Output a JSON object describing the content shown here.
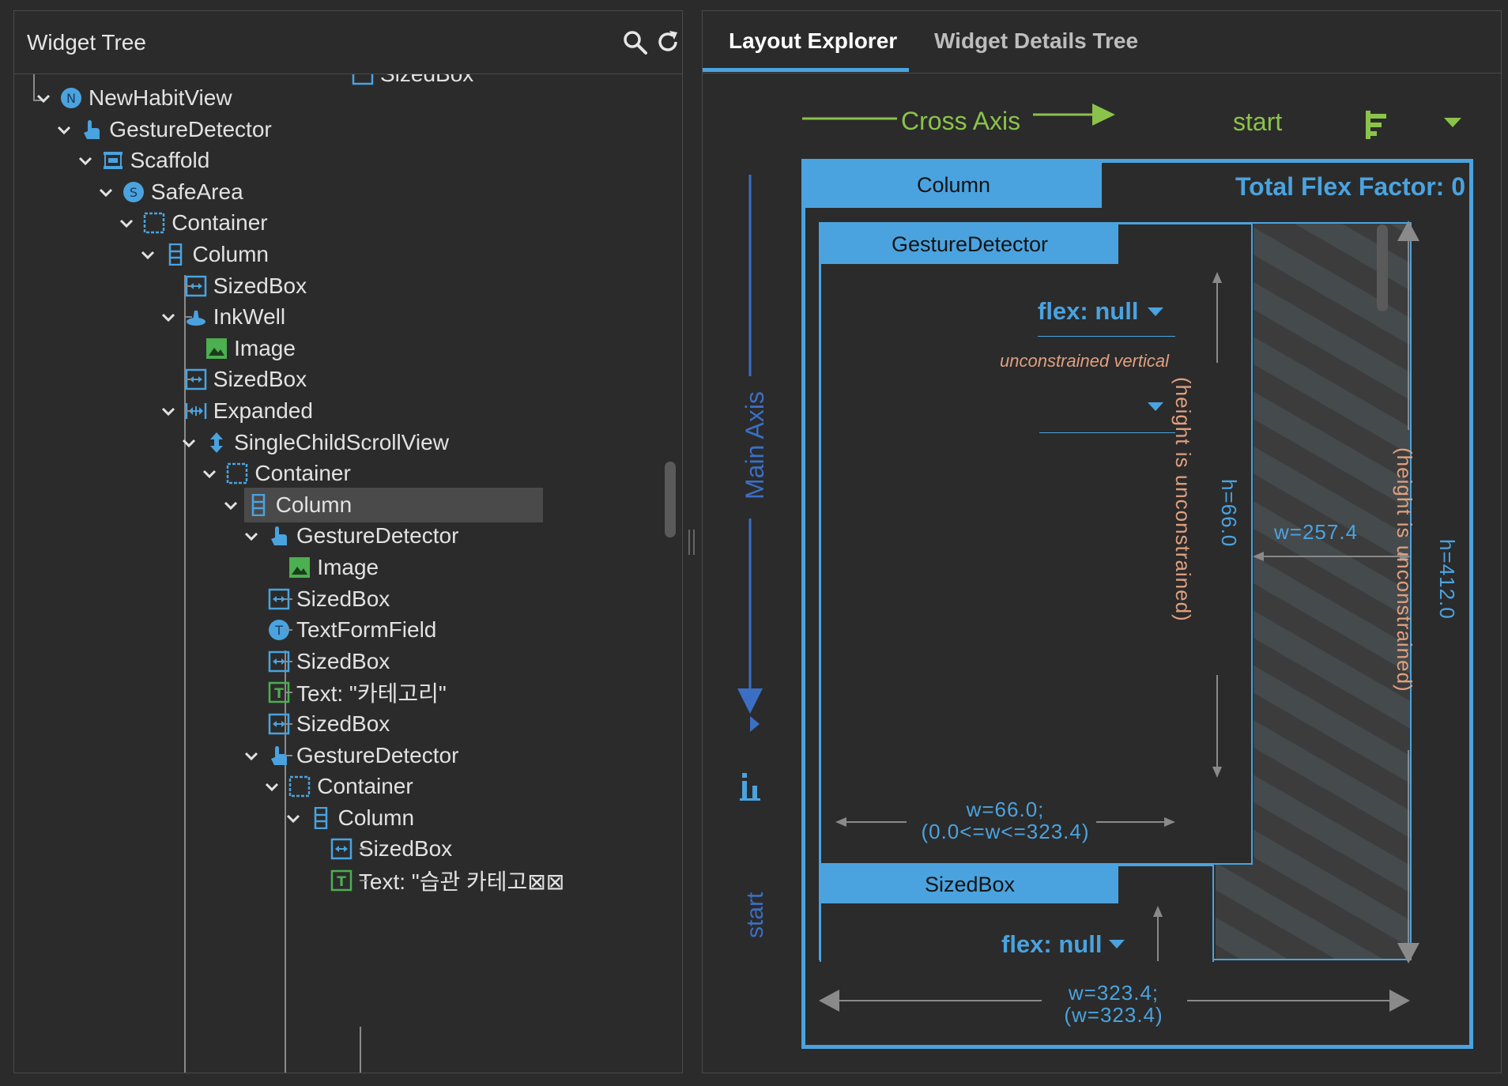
{
  "left_panel": {
    "title": "Widget Tree",
    "partial_row": "SizedBox",
    "tree": [
      {
        "label": "NewHabitView",
        "icon": "circle-N-icon",
        "depth": 2
      },
      {
        "label": "GestureDetector",
        "icon": "touch-hand-icon",
        "depth": 3
      },
      {
        "label": "Scaffold",
        "icon": "scaffold-icon",
        "depth": 4
      },
      {
        "label": "SafeArea",
        "icon": "circle-S-icon",
        "depth": 5
      },
      {
        "label": "Container",
        "icon": "container-icon",
        "depth": 6
      },
      {
        "label": "Column",
        "icon": "column-icon",
        "depth": 7
      },
      {
        "label": "SizedBox",
        "icon": "sizedbox-icon",
        "depth": 8
      },
      {
        "label": "InkWell",
        "icon": "inkwell-icon",
        "depth": 8
      },
      {
        "label": "Image",
        "icon": "image-icon",
        "depth": 9
      },
      {
        "label": "SizedBox",
        "icon": "sizedbox-icon",
        "depth": 8
      },
      {
        "label": "Expanded",
        "icon": "expanded-icon",
        "depth": 8
      },
      {
        "label": "SingleChildScrollView",
        "icon": "scroll-icon",
        "depth": 9
      },
      {
        "label": "Container",
        "icon": "container-icon",
        "depth": 10
      },
      {
        "label": "Column",
        "icon": "column-icon",
        "depth": 11
      },
      {
        "label": "GestureDetector",
        "icon": "touch-hand-icon",
        "depth": 12
      },
      {
        "label": "Image",
        "icon": "image-icon",
        "depth": 13
      },
      {
        "label": "SizedBox",
        "icon": "sizedbox-icon",
        "depth": 12
      },
      {
        "label": "TextFormField",
        "icon": "circle-T-icon",
        "depth": 12
      },
      {
        "label": "SizedBox",
        "icon": "sizedbox-icon",
        "depth": 12
      },
      {
        "label": "Text: \"카테고리\"",
        "icon": "text-T-icon",
        "depth": 12
      },
      {
        "label": "SizedBox",
        "icon": "sizedbox-icon",
        "depth": 12
      },
      {
        "label": "GestureDetector",
        "icon": "touch-hand-icon",
        "depth": 12
      },
      {
        "label": "Container",
        "icon": "container-icon",
        "depth": 13
      },
      {
        "label": "Column",
        "icon": "column-icon",
        "depth": 14
      },
      {
        "label": "SizedBox",
        "icon": "sizedbox-icon",
        "depth": 15
      },
      {
        "label": "Text: \"습관 카테고⊠⊠",
        "icon": "text-T-icon",
        "depth": 15
      }
    ],
    "selected_label": "Column"
  },
  "right_panel": {
    "tabs": [
      {
        "label": "Layout Explorer",
        "active": true
      },
      {
        "label": "Widget Details Tree",
        "active": false
      }
    ],
    "cross_axis_label": "Cross Axis",
    "cross_axis_value": "start",
    "main_axis_label": "Main Axis",
    "main_axis_value": "start",
    "column_label": "Column",
    "total_flex": "Total Flex Factor: 0",
    "child1": {
      "label": "GestureDetector",
      "flex": "flex: null",
      "constraint_note": "unconstrained vertical",
      "height_text": "h=66.0",
      "height_unconstrained": "(height is unconstrained)",
      "width_text": "w=66.0;",
      "width_range": "(0.0<=w<=323.4)"
    },
    "child2": {
      "label": "SizedBox",
      "flex": "flex: null"
    },
    "free_space_width": "w=257.4",
    "outer_height": "h=412.0",
    "outer_height_unconstrained": "(height is unconstrained)",
    "outer_width": "w=323.4;",
    "outer_width_paren": "(w=323.4)",
    "colors": {
      "accent": "#4aa3df",
      "green": "#8bc34a",
      "orange": "#e0a080",
      "main_axis": "#3b6fc4"
    }
  }
}
